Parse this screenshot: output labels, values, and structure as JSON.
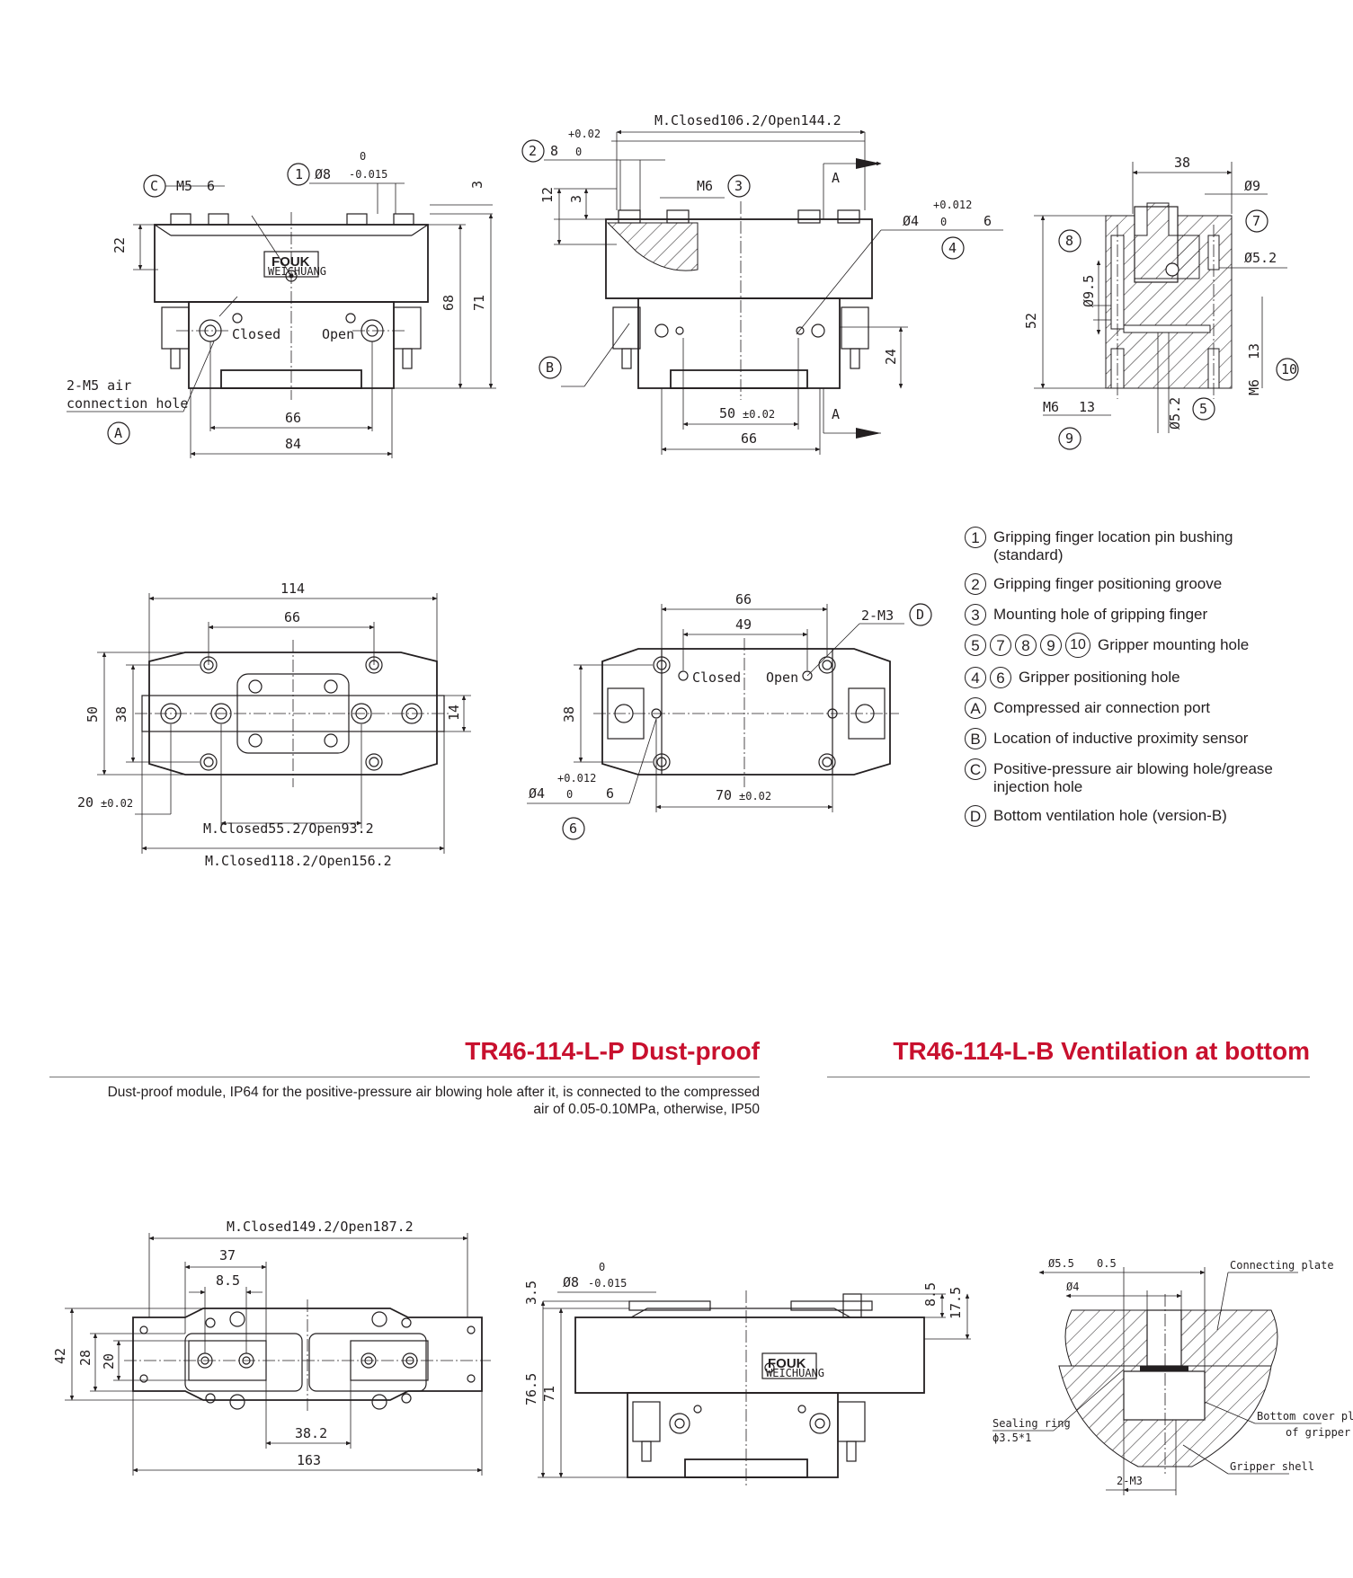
{
  "legend": [
    {
      "marks": [
        "1"
      ],
      "text": "Gripping finger location pin bushing (standard)"
    },
    {
      "marks": [
        "2"
      ],
      "text": "Gripping finger positioning groove"
    },
    {
      "marks": [
        "3"
      ],
      "text": "Mounting hole of gripping finger"
    },
    {
      "marks": [
        "5",
        "7",
        "8",
        "9",
        "10"
      ],
      "text": "Gripper mounting hole"
    },
    {
      "marks": [
        "4",
        "6"
      ],
      "text": "Gripper positioning hole"
    },
    {
      "marks": [
        "A"
      ],
      "text": "Compressed air connection port"
    },
    {
      "marks": [
        "B"
      ],
      "text": "Location of inductive proximity sensor"
    },
    {
      "marks": [
        "C"
      ],
      "text": "Positive-pressure air blowing hole/grease injection hole"
    },
    {
      "marks": [
        "D"
      ],
      "text": "Bottom ventilation hole (version-B)"
    }
  ],
  "sections": {
    "dustproof_title": "TR46-114-L-P Dust-proof",
    "ventilation_title": "TR46-114-L-B Ventilation at bottom",
    "dustproof_note": "Dust-proof module, IP64 for the positive-pressure air blowing hole after it, is connected to the compressed air of 0.05-0.10MPa, otherwise, IP50"
  },
  "drawing_text": {
    "front": {
      "c_label": "C",
      "m5": "M5",
      "m5_depth": "6",
      "one": "1",
      "phi8": "Ø8",
      "tol_upper": "0",
      "tol_lower": "-0.015",
      "d3": "3",
      "d22": "22",
      "d68": "68",
      "d71": "71",
      "d66": "66",
      "d84": "84",
      "closed": "Closed",
      "open": "Open",
      "air_hole_1": "2-M5 air",
      "air_hole_2": "connection hole",
      "a_label": "A",
      "brand": "FOUK",
      "brand_sub": "WEICHUANG"
    },
    "side": {
      "m_top": "M.Closed106.2/Open144.2",
      "two": "2",
      "d8": "8",
      "tol_p002": "+0.02",
      "tol_0": "0",
      "d12": "12",
      "d3": "3",
      "m6": "M6",
      "three": "3",
      "a_top": "A",
      "phi4": "Ø4",
      "tol_p0012": "+0.012",
      "tol_0b": "0",
      "depth6": "6",
      "four": "4",
      "b_label": "B",
      "d24": "24",
      "d50": "50",
      "pm002": "±0.02",
      "d66": "66",
      "a_bot": "A"
    },
    "section": {
      "d38": "38",
      "phi9": "Ø9",
      "seven": "7",
      "eight": "8",
      "phi5_2": "Ø5.2",
      "phi9_5": "Ø9.5",
      "d52": "52",
      "m6_13a": "M6",
      "depth13a": "13",
      "m6_13b": "M6",
      "depth13b": "13",
      "ten": "10",
      "nine": "9",
      "five": "5",
      "phi5_2b": "Ø5.2"
    },
    "top": {
      "d114": "114",
      "d66": "66",
      "d50": "50",
      "d38": "38",
      "d14": "14",
      "d20": "20",
      "pm002": "±0.02",
      "m_inner": "M.Closed55.2/Open93.2",
      "m_outer": "M.Closed118.2/Open156.2"
    },
    "bottom": {
      "d66": "66",
      "d49": "49",
      "m3": "2-M3",
      "d_label": "D",
      "closed": "Closed",
      "open": "Open",
      "d38": "38",
      "tol_p0012": "+0.012",
      "phi4": "Ø4",
      "tol_0": "0",
      "depth6": "6",
      "d70": "70",
      "pm002": "±0.02",
      "six": "6"
    },
    "dust_top": {
      "m_dim": "M.Closed149.2/Open187.2",
      "d37": "37",
      "d8_5": "8.5",
      "d42": "42",
      "d28": "28",
      "d20": "20",
      "d38_2": "38.2",
      "d163": "163"
    },
    "dust_front": {
      "d3_5": "3.5",
      "phi8": "Ø8",
      "tol_0": "0",
      "tol_m": "-0.015",
      "d8_5": "8.5",
      "d17_5": "17.5",
      "d76_5": "76.5",
      "d71": "71",
      "brand": "FOUK",
      "brand_sub": "WEICHUANG"
    },
    "vent_detail": {
      "phi5_5": "Ø5.5",
      "depth0_5": "0.5",
      "phi4": "Ø4",
      "connecting_plate": "Connecting plate",
      "sealing_1": "Sealing ring",
      "sealing_2": "ϕ3.5*1",
      "bottom_1": "Bottom cover plate",
      "bottom_2": "of gripper",
      "shell": "Gripper shell",
      "m3": "2-M3"
    }
  }
}
